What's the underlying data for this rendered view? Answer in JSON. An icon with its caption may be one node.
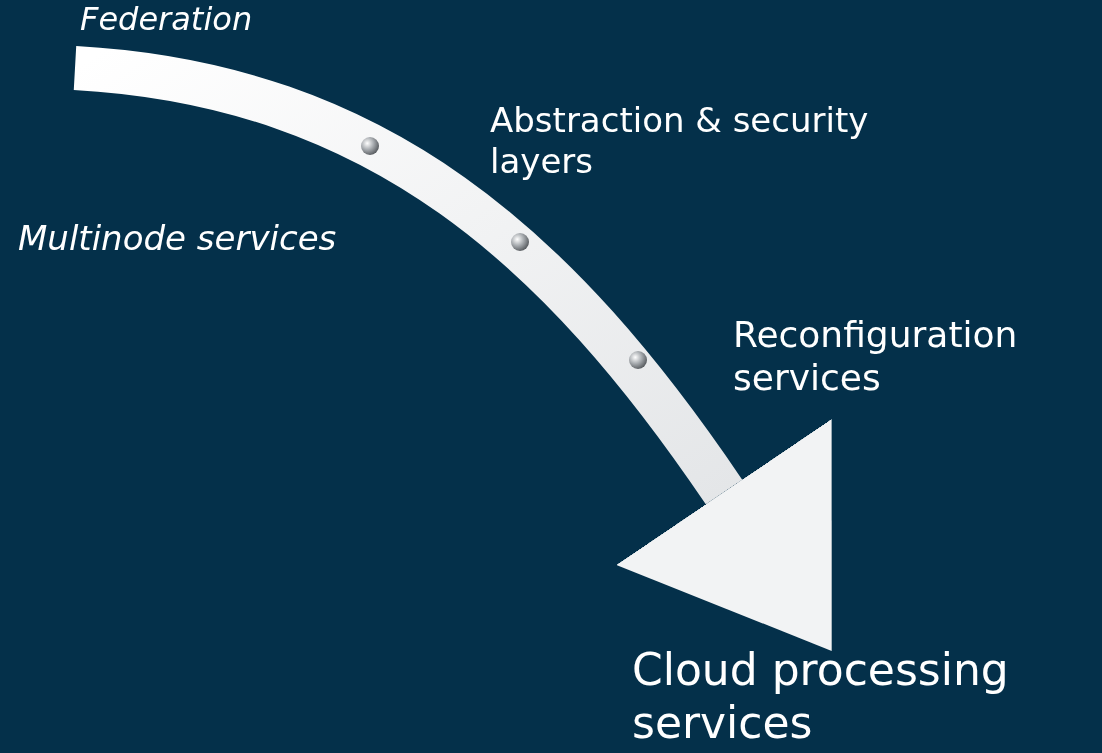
{
  "diagram": {
    "nodes": [
      {
        "text": [
          "Federation"
        ]
      },
      {
        "text": [
          "Cloud processing services"
        ]
      }
    ],
    "edges": [
      {
        "from": 0,
        "to": 1,
        "arrow": "to"
      }
    ],
    "labels": [
      "Abstraction & security layers",
      "Multinode services",
      "Reconfiguration services"
    ]
  }
}
